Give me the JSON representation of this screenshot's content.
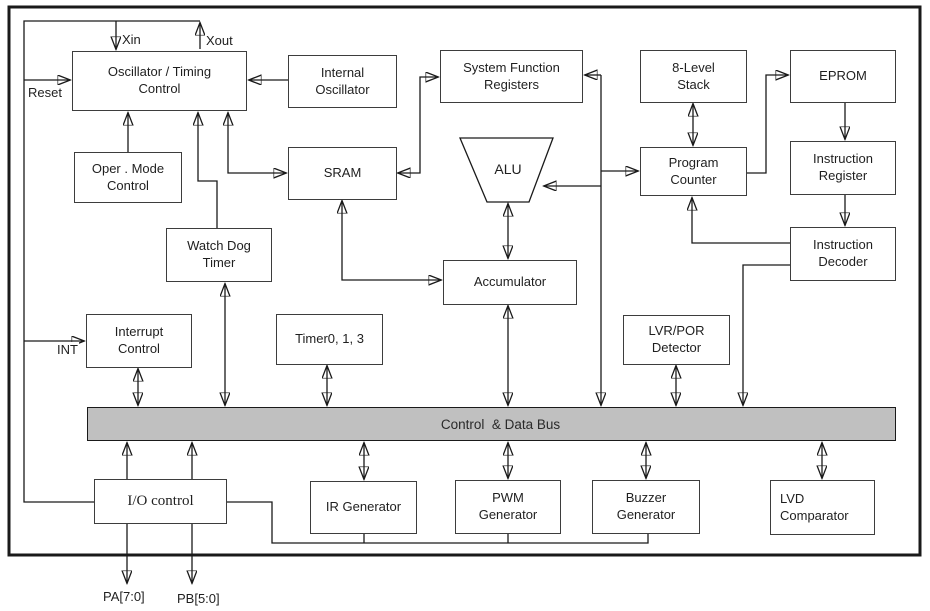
{
  "blocks": {
    "osc_timing": {
      "label": "Oscillator / Timing\nControl"
    },
    "internal_osc": {
      "label": "Internal\nOscillator"
    },
    "sfr": {
      "label": "System Function\nRegisters"
    },
    "stack": {
      "label": "8-Level\nStack"
    },
    "eprom": {
      "label": "EPROM"
    },
    "oper_mode": {
      "label": "Oper . Mode\nControl"
    },
    "sram": {
      "label": "SRAM"
    },
    "alu": {
      "label": "ALU"
    },
    "program_counter": {
      "label": "Program\nCounter"
    },
    "instruction_register": {
      "label": "Instruction\nRegister"
    },
    "watchdog": {
      "label": "Watch Dog\nTimer"
    },
    "accumulator": {
      "label": "Accumulator"
    },
    "instruction_decoder": {
      "label": "Instruction\nDecoder"
    },
    "interrupt_control": {
      "label": "Interrupt\nControl"
    },
    "timers": {
      "label": "Timer0, 1, 3"
    },
    "lvr_por": {
      "label": "LVR/POR\nDetector"
    },
    "io_control": {
      "label": "I/O control"
    },
    "ir_generator": {
      "label": "IR Generator"
    },
    "pwm_generator": {
      "label": "PWM\nGenerator"
    },
    "buzzer_generator": {
      "label": "Buzzer\nGenerator"
    },
    "lvd_comparator": {
      "label": "LVD\nComparator"
    }
  },
  "bus": {
    "label": "Control  & Data Bus"
  },
  "pins": {
    "xin": "Xin",
    "xout": "Xout",
    "reset": "Reset",
    "int": "INT",
    "pa": "PA[7:0]",
    "pb": "PB[5:0]"
  },
  "colors": {
    "line": "#1a1a1a",
    "box_border": "#3d3d3d",
    "box_fill": "#ffffff",
    "bus_fill": "#c0c0c0",
    "background": "#ffffff",
    "text": "#1f1f1f"
  }
}
